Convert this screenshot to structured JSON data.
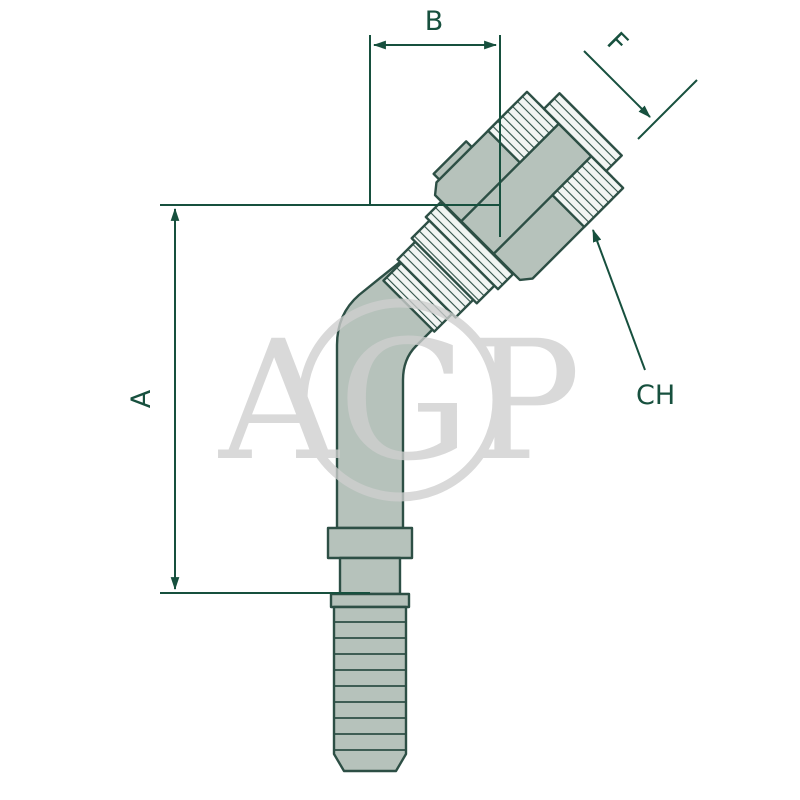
{
  "diagram": {
    "type": "technical-drawing",
    "subject": "45-degree elbow hose fitting with female swivel nut and barbed hose shank",
    "watermark_text": "AGP",
    "dimensions": {
      "a_label": "A",
      "b_label": "B",
      "f_label": "F",
      "ch_label": "CH"
    },
    "colors": {
      "background": "#ffffff",
      "dimension_line": "#17503e",
      "label_text": "#17503e",
      "body_outline": "#2d4f45",
      "body_fill": "#b6c2bb",
      "hatch_background": "#f2f5f3",
      "watermark_gray": "#cfcfcf"
    }
  }
}
